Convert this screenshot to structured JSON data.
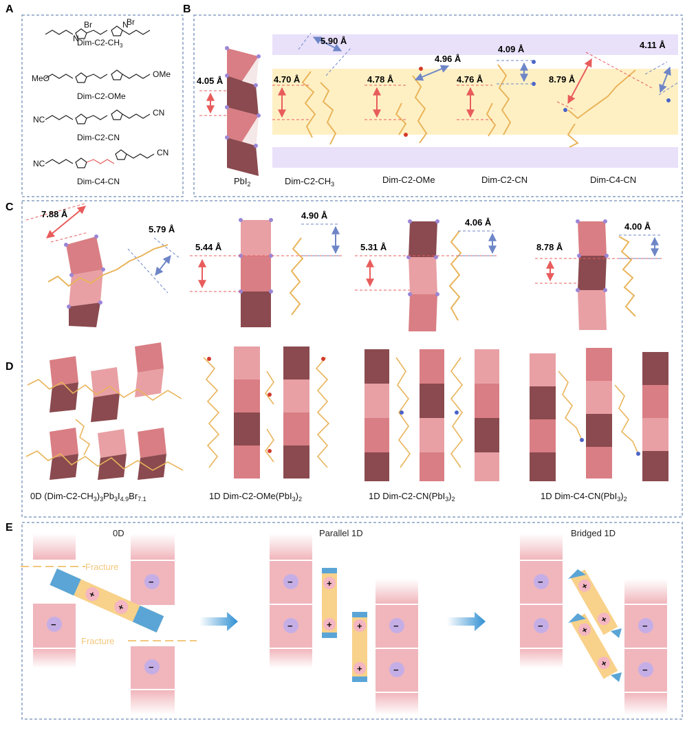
{
  "panels": {
    "A": {
      "letter": "A",
      "molecules": [
        {
          "name": "Dim-C2-CH3",
          "base": "Dim-C2-CH",
          "sub": "3"
        },
        {
          "name": "Dim-C2-OMe",
          "end_group": "MeO",
          "end_group_r": "OMe"
        },
        {
          "name": "Dim-C2-CN",
          "end_group": "NC",
          "end_group_r": "CN"
        },
        {
          "name": "Dim-C4-CN",
          "end_group": "NC",
          "end_group_r": "CN"
        }
      ],
      "atom_labels": {
        "n": "N",
        "br": "Br"
      }
    },
    "B": {
      "letter": "B",
      "pbi2": {
        "base": "PbI",
        "sub": "2",
        "distance": "4.05 Å"
      },
      "columns": [
        {
          "label": "Dim-C2-CH3",
          "base": "Dim-C2-CH",
          "sub": "3",
          "inner": "4.70 Å",
          "outer": "5.90 Å"
        },
        {
          "label": "Dim-C2-OMe",
          "inner": "4.78 Å",
          "outer": "4.96 Å"
        },
        {
          "label": "Dim-C2-CN",
          "inner": "4.76 Å",
          "outer": "4.09 Å"
        },
        {
          "label": "Dim-C4-CN",
          "inner": "8.79 Å",
          "outer": "4.11 Å"
        }
      ]
    },
    "C": {
      "letter": "C",
      "items": [
        {
          "left": "7.88 Å",
          "right": "5.79 Å"
        },
        {
          "left": "5.44 Å",
          "right": "4.90 Å"
        },
        {
          "left": "5.31 Å",
          "right": "4.06 Å"
        },
        {
          "left": "8.78 Å",
          "right": "4.00 Å"
        }
      ]
    },
    "D": {
      "letter": "D",
      "captions": [
        {
          "a": "0D (Dim-C2-CH",
          "s1": "3",
          "b": ")",
          "s2": "3",
          "c": "Pb",
          "s3": "3",
          "d": "I",
          "s4": "4.9",
          "e": "Br",
          "s5": "7.1"
        },
        {
          "a": "1D Dim-C2-OMe(PbI",
          "s1": "3",
          "b": ")",
          "s2": "2"
        },
        {
          "a": "1D Dim-C2-CN(PbI",
          "s1": "3",
          "b": ")",
          "s2": "2"
        },
        {
          "a": "1D Dim-C4-CN(PbI",
          "s1": "3",
          "b": ")",
          "s2": "2"
        }
      ]
    },
    "E": {
      "letter": "E",
      "headings": [
        "0D",
        "Parallel  1D",
        "Bridged  1D"
      ],
      "fracture_label": "Fracture",
      "signs": {
        "minus": "−",
        "plus": "+"
      }
    }
  },
  "colors": {
    "frame": "#4a6fa5",
    "octa_light": "#e8a0a4",
    "octa_dark": "#8a4a4f",
    "iodide": "#9b86d6",
    "carbon": "#e9b45a",
    "nitrogen": "#4b64c8",
    "oxygen": "#d23a2a",
    "red_arrow": "#e85c5c",
    "blue_arrow": "#6e86c7",
    "organic_band": "#fff0c4",
    "inorganic_band": "#e9e0fa",
    "cell": "#f0b6bc",
    "cation": "#f8d18a",
    "cap": "#5aa5d6"
  }
}
